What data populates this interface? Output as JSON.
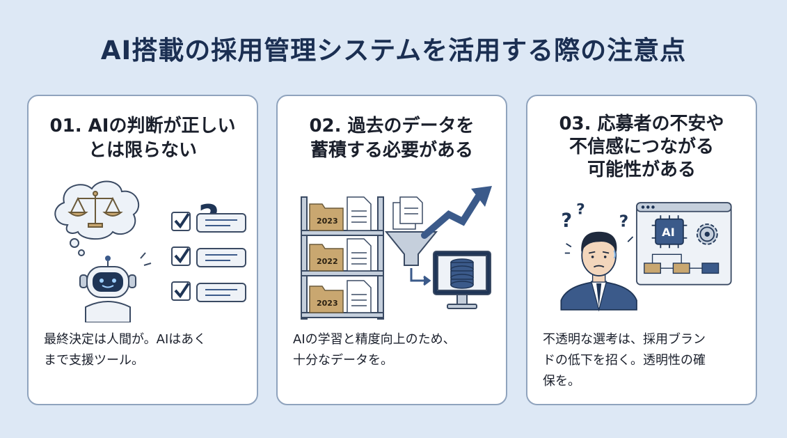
{
  "title": "AI搭載の採用管理システムを活用する際の注意点",
  "cards": [
    {
      "title_lines": [
        "01. AIの判断が正しい",
        "とは限らない"
      ],
      "body_lines": [
        "最終決定は人間が。AIはあく",
        "まで支援ツール。"
      ],
      "icons": [
        "thought-bubble-icon",
        "scales-icon",
        "robot-icon",
        "checklist-icon",
        "question-mark-icon"
      ]
    },
    {
      "title_lines": [
        "02. 過去のデータを",
        "蓄積する必要がある"
      ],
      "body_lines": [
        "AIの学習と精度向上のため、",
        "十分なデータを。"
      ],
      "folder_labels": [
        "2023",
        "2022",
        "2023"
      ],
      "icons": [
        "shelf-icon",
        "folder-icon",
        "document-icon",
        "funnel-icon",
        "database-icon",
        "monitor-icon",
        "trend-arrow-icon"
      ]
    },
    {
      "title_lines": [
        "03. 応募者の不安や",
        "不信感につながる",
        "可能性がある"
      ],
      "body_lines": [
        "不透明な選考は、採用ブラン",
        "ドの低下を招く。透明性の確",
        "保を。"
      ],
      "ai_label": "AI",
      "icons": [
        "worried-person-icon",
        "question-mark-icon",
        "browser-window-icon",
        "ai-chip-icon",
        "gear-icon",
        "flowchart-icon"
      ]
    }
  ],
  "colors": {
    "background": "#dde8f5",
    "title": "#1b2f52",
    "card_border": "#8fa3bd",
    "accent_blue": "#3b5a8a",
    "folder": "#c9a770"
  }
}
